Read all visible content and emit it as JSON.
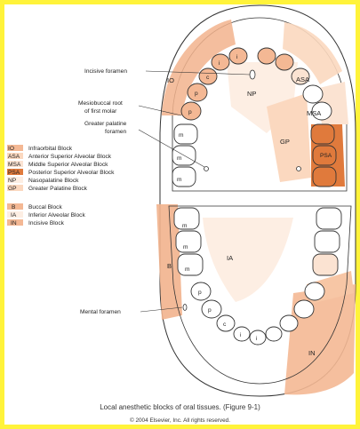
{
  "labels": {
    "incisive_foramen": "Incisive foramen",
    "mesiobuccal_l1": "Mesiobuccal root",
    "mesiobuccal_l2": "of first molar",
    "greater_palatine_l1": "Greater palatine",
    "greater_palatine_l2": "foramen",
    "mental_foramen": "Mental foramen"
  },
  "region_labels": {
    "io": "IO",
    "np": "NP",
    "asa": "ASA",
    "msa": "MSA",
    "gp": "GP",
    "psa": "PSA",
    "ia": "IA",
    "b": "B",
    "in": "IN"
  },
  "tooth_labels": {
    "i1": "i",
    "i2": "i",
    "c_up": "c",
    "p1_up": "p",
    "p2_up": "p",
    "m_up1": "m",
    "m_up2": "m",
    "m_up3": "m",
    "m_lo1": "m",
    "m_lo2": "m",
    "m_lo3": "m",
    "p1_lo": "p",
    "p2_lo": "p",
    "c_lo": "c",
    "i3": "i",
    "i4": "i"
  },
  "legend": {
    "group1": [
      {
        "code": "IO",
        "text": "Infraorbital Block"
      },
      {
        "code": "ASA",
        "text": "Anterior Superior Alveolar Block"
      },
      {
        "code": "MSA",
        "text": "Middle Superior Alveolar Block"
      },
      {
        "code": "PSA",
        "text": "Posterior Superior Alveolar Block"
      },
      {
        "code": "NP",
        "text": "Nasopalatine Block"
      },
      {
        "code": "GP",
        "text": "Greater Palatine Block"
      }
    ],
    "group2": [
      {
        "code": "B",
        "text": "Buccal Block"
      },
      {
        "code": "IA",
        "text": "Inferior Alveolar Block"
      },
      {
        "code": "IN",
        "text": "Incisive Block"
      }
    ]
  },
  "caption": "Local anesthetic blocks of oral tissues. (Figure 9-1)",
  "copyright": "© 2004 Elsevier, Inc.  All rights reserved.",
  "colors": {
    "border": "#fff33a",
    "shade_light": "#fbe3d2",
    "shade_mid": "#f4b894",
    "shade_dark": "#e07a3c",
    "line": "#333333"
  }
}
